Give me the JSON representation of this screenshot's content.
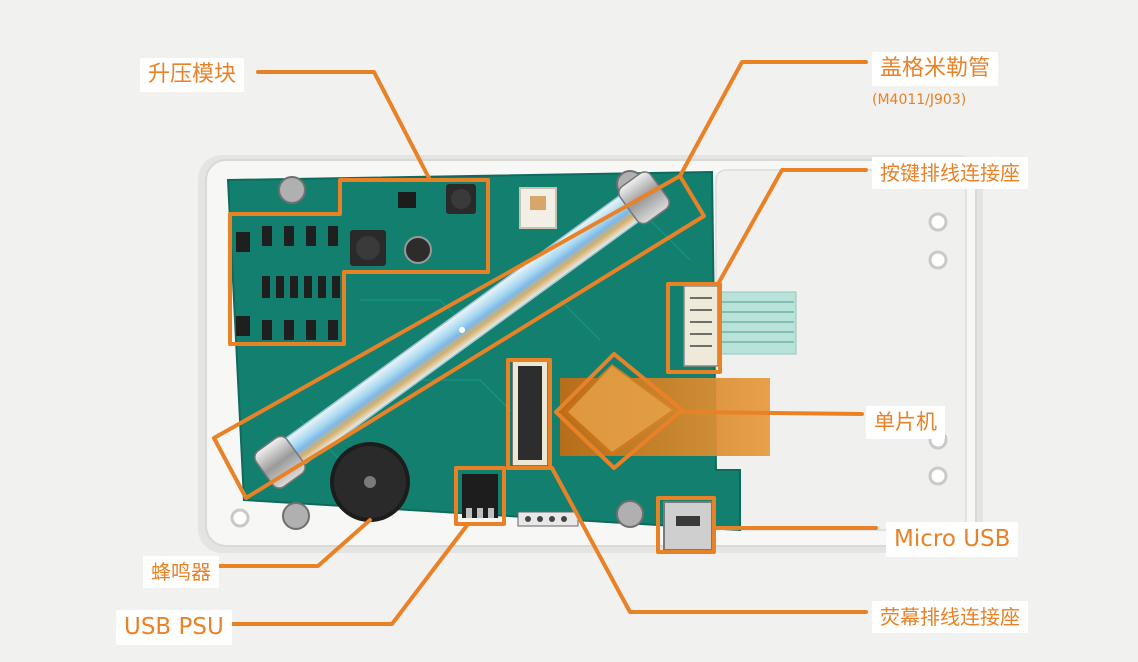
{
  "labels": {
    "boost_module": "升压模块",
    "geiger_tube": "盖格米勒管",
    "geiger_tube_model": "(M4011/J903)",
    "button_connector": "按键排线连接座",
    "mcu": "单片机",
    "micro_usb": "Micro USB",
    "buzzer": "蜂鸣器",
    "usb_psu": "USB PSU",
    "screen_connector": "荧幕排线连接座"
  },
  "colors": {
    "accent": "#e98227",
    "pcb": "#13806f",
    "case": "#f4f4f2",
    "background": "#f1f1f0"
  }
}
